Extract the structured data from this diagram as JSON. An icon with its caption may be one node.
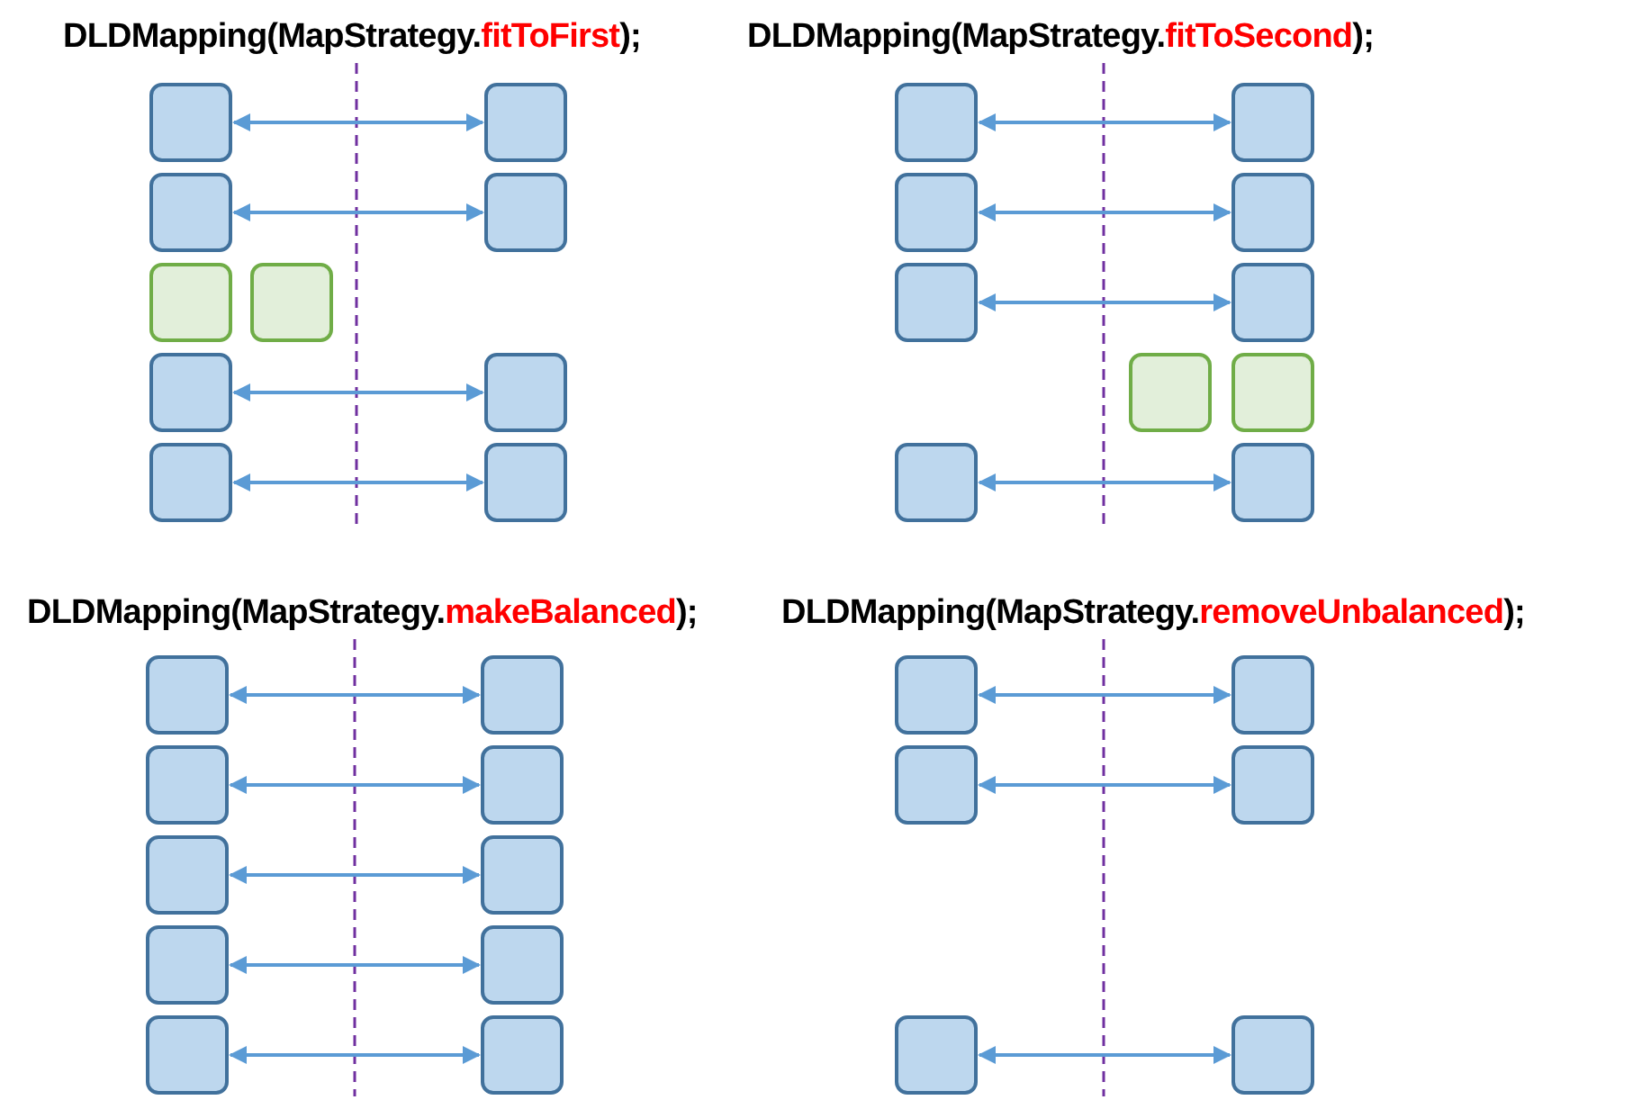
{
  "diagram": {
    "nodes": [
      {
        "text": [],
        "shape": "box"
      },
      {
        "text": [],
        "shape": "box"
      },
      {
        "text": [],
        "shape": "box"
      },
      {
        "text": [],
        "shape": "box"
      },
      {
        "text": [],
        "shape": "box"
      },
      {
        "text": [],
        "shape": "box"
      },
      {
        "text": [],
        "shape": "box"
      },
      {
        "text": [],
        "shape": "box"
      },
      {
        "text": [],
        "shape": "box"
      },
      {
        "text": [],
        "shape": "box"
      },
      {
        "text": [],
        "shape": "box"
      },
      {
        "text": [],
        "shape": "box"
      },
      {
        "text": [],
        "shape": "box"
      },
      {
        "text": [],
        "shape": "box"
      },
      {
        "text": [],
        "shape": "box"
      },
      {
        "text": [],
        "shape": "box"
      },
      {
        "text": [],
        "shape": "box"
      },
      {
        "text": [],
        "shape": "box"
      },
      {
        "text": [],
        "shape": "box"
      },
      {
        "text": [],
        "shape": "box"
      },
      {
        "text": [],
        "shape": "box"
      },
      {
        "text": [],
        "shape": "box"
      },
      {
        "text": [],
        "shape": "box"
      },
      {
        "text": [],
        "shape": "box"
      },
      {
        "text": [],
        "shape": "box"
      },
      {
        "text": [],
        "shape": "box"
      },
      {
        "text": [],
        "shape": "box"
      },
      {
        "text": [],
        "shape": "box"
      },
      {
        "text": [],
        "shape": "box"
      },
      {
        "text": [],
        "shape": "box"
      },
      {
        "text": [],
        "shape": "box"
      },
      {
        "text": [],
        "shape": "box"
      },
      {
        "text": [],
        "shape": "box"
      },
      {
        "text": [],
        "shape": "box"
      },
      {
        "text": [],
        "shape": "box"
      },
      {
        "text": [],
        "shape": "box"
      }
    ],
    "edges": [
      {
        "from": 0,
        "to": 1,
        "arrow": "both"
      },
      {
        "from": 2,
        "to": 3,
        "arrow": "both"
      },
      {
        "from": 6,
        "to": 7,
        "arrow": "both"
      },
      {
        "from": 8,
        "to": 9,
        "arrow": "both"
      },
      {
        "from": 10,
        "to": 11,
        "arrow": "both"
      },
      {
        "from": 12,
        "to": 13,
        "arrow": "both"
      },
      {
        "from": 14,
        "to": 15,
        "arrow": "both"
      },
      {
        "from": 18,
        "to": 19,
        "arrow": "both"
      },
      {
        "from": 20,
        "to": 21,
        "arrow": "both"
      },
      {
        "from": 22,
        "to": 23,
        "arrow": "both"
      },
      {
        "from": 24,
        "to": 25,
        "arrow": "both"
      },
      {
        "from": 26,
        "to": 27,
        "arrow": "both"
      },
      {
        "from": 28,
        "to": 29,
        "arrow": "both"
      },
      {
        "from": 30,
        "to": 31,
        "arrow": "both"
      },
      {
        "from": 32,
        "to": 33,
        "arrow": "both"
      },
      {
        "from": 34,
        "to": 35,
        "arrow": "both"
      }
    ],
    "labels": [
      "DLDMapping(MapStrategy.*fitToFirst*);",
      "DLDMapping(MapStrategy.*fitToSecond*);",
      "DLDMapping(MapStrategy.*makeBalanced*);",
      "DLDMapping(MapStrategy.*removeUnbalanced*);"
    ]
  }
}
